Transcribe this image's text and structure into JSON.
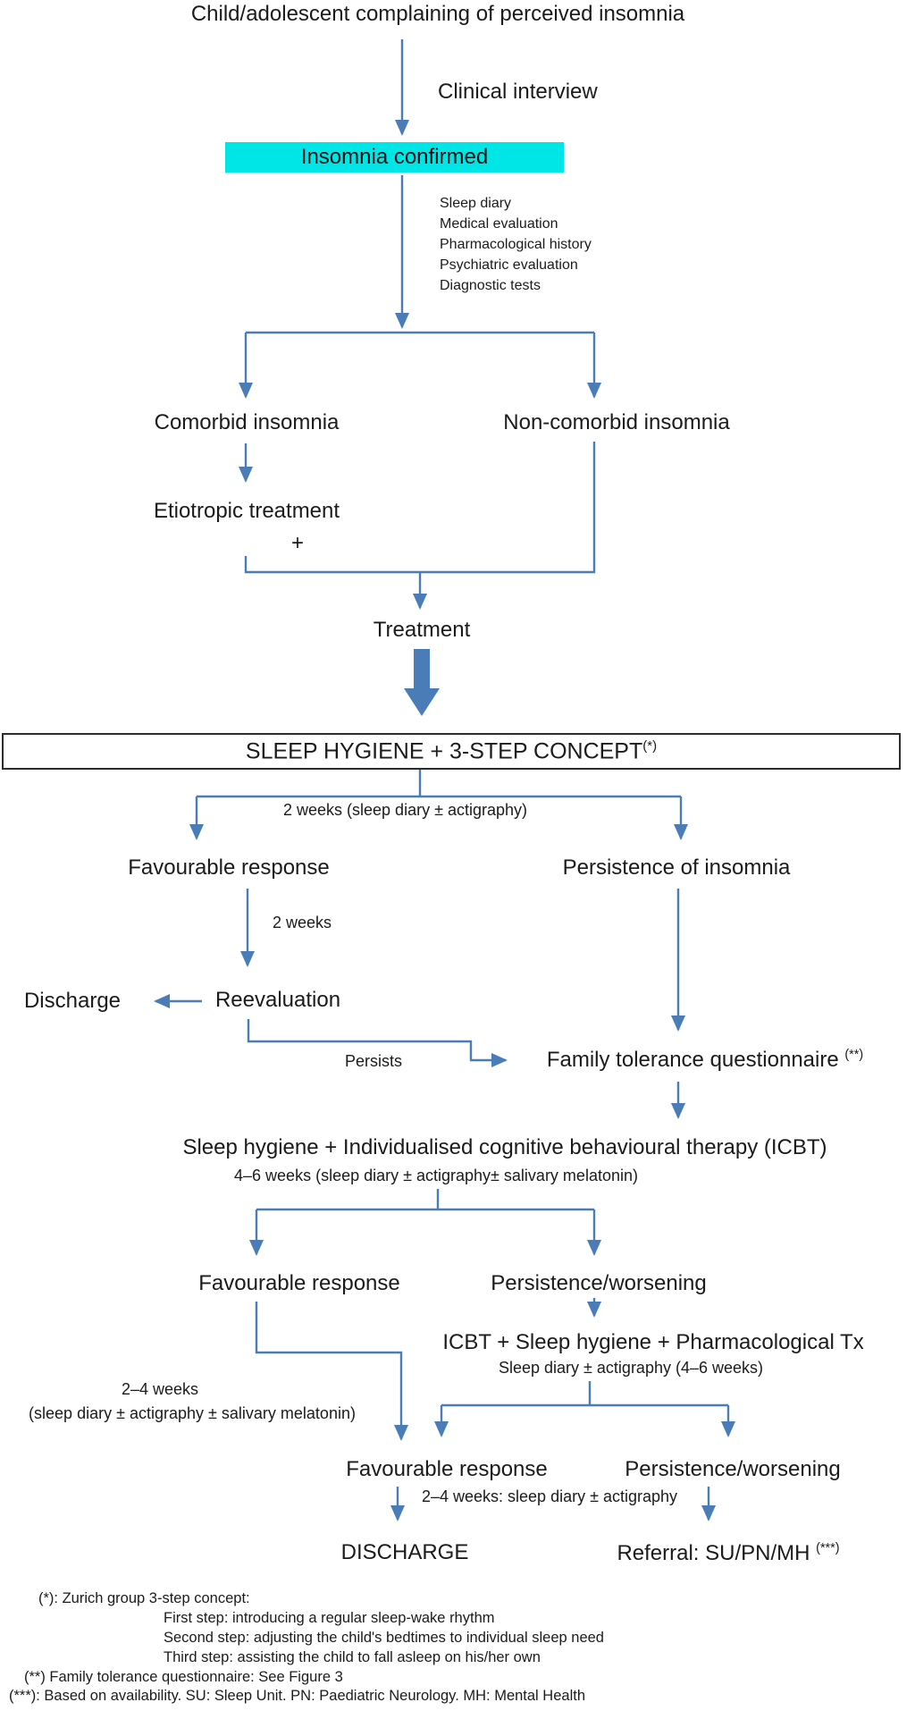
{
  "colors": {
    "line": "#4a7db8",
    "highlight": "#00e5e5"
  },
  "nodes": {
    "title": "Child/adolescent complaining of perceived insomnia",
    "clinical_interview": "Clinical interview",
    "insomnia_confirmed": "Insomnia confirmed",
    "evaluations": [
      "Sleep diary",
      "Medical evaluation",
      "Pharmacological history",
      "Psychiatric evaluation",
      "Diagnostic tests"
    ],
    "comorbid": "Comorbid insomnia",
    "non_comorbid": "Non-comorbid insomnia",
    "etiotropic": "Etiotropic treatment",
    "plus": "+",
    "treatment": "Treatment",
    "step_concept": "SLEEP HYGIENE + 3-STEP CONCEPT",
    "step_concept_sup": "(*)",
    "two_weeks_actigraphy": "2 weeks (sleep diary ± actigraphy)",
    "favourable_1": "Favourable response",
    "persistence_1": "Persistence of insomnia",
    "two_weeks": "2 weeks",
    "reevaluation": "Reevaluation",
    "discharge_1": "Discharge",
    "persists": "Persists",
    "family_questionnaire": "Family tolerance questionnaire",
    "family_questionnaire_sup": "(**)",
    "icbt": "Sleep hygiene + Individualised cognitive behavioural therapy (ICBT)",
    "icbt_sub": "4–6 weeks (sleep diary ± actigraphy± salivary melatonin)",
    "favourable_2": "Favourable response",
    "persistence_2": "Persistence/worsening",
    "pharm": "ICBT + Sleep hygiene + Pharmacological Tx",
    "pharm_sub": "Sleep diary ± actigraphy (4–6 weeks)",
    "weeks24": "2–4 weeks",
    "weeks24_sub": "(sleep diary ± actigraphy ± salivary melatonin)",
    "favourable_3": "Favourable response",
    "persistence_3": "Persistence/worsening",
    "weeks24_diary": "2–4 weeks: sleep diary ± actigraphy",
    "discharge_2": "DISCHARGE",
    "referral": "Referral: SU/PN/MH",
    "referral_sup": "(***)"
  },
  "footnotes": [
    "(*): Zurich group 3-step concept:",
    "First step: introducing a regular sleep-wake rhythm",
    "Second step: adjusting the child's bedtimes to individual sleep need",
    "Third step: assisting the child to fall asleep on his/her own",
    "(**) Family tolerance questionnaire: See Figure 3",
    "(***): Based on availability. SU: Sleep Unit. PN: Paediatric Neurology. MH: Mental Health"
  ]
}
